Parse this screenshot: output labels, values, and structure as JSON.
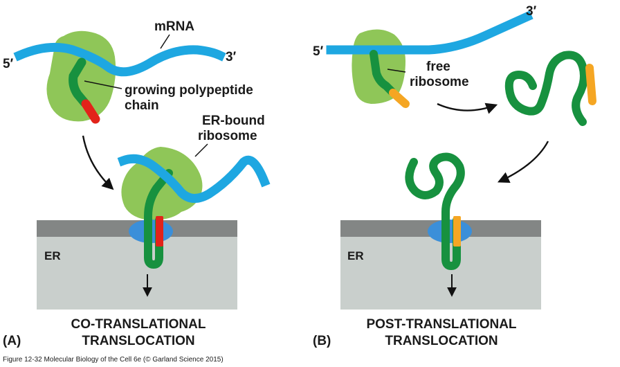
{
  "panel_a": {
    "letter": "(A)",
    "mrna_label": "mRNA",
    "five_prime": "5′",
    "three_prime": "3′",
    "polypeptide_label_line1": "growing polypeptide",
    "polypeptide_label_line2": "chain",
    "er_ribosome_line1": "ER-bound",
    "er_ribosome_line2": "ribosome",
    "er_label": "ER",
    "title_line1": "CO-TRANSLATIONAL",
    "title_line2": "TRANSLOCATION"
  },
  "panel_b": {
    "letter": "(B)",
    "five_prime": "5′",
    "three_prime": "3′",
    "free_ribosome_line1": "free",
    "free_ribosome_line2": "ribosome",
    "er_label": "ER",
    "title_line1": "POST-TRANSLATIONAL",
    "title_line2": "TRANSLOCATION"
  },
  "caption": "Figure 12-32  Molecular Biology of the Cell 6e (© Garland Science 2015)",
  "colors": {
    "mrna": "#1ea7e1",
    "ribosome": "#8fc658",
    "polypeptide": "#17913f",
    "signal_red": "#e2231a",
    "signal_orange": "#f5a623",
    "translocon": "#3b8fd9",
    "membrane": "#838685",
    "er_lumen": "#c9cfcc"
  }
}
